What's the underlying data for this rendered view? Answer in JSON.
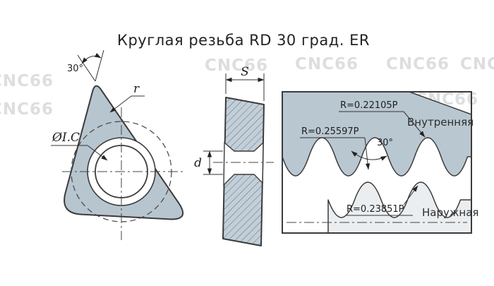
{
  "title": "Круглая резьба RD 30 град. ER",
  "watermark_text": "CNC66",
  "colors": {
    "insert_fill": "#b7c5cf",
    "internal_fill": "#b9c7d1",
    "external_fill": "#ebeef0",
    "outline": "#3b3b3b",
    "watermark": "#d7d9db"
  },
  "insert_view": {
    "angle": "30°",
    "corner_radius_label": "r",
    "inscribed_circle_label": "ØI.C"
  },
  "section_view": {
    "thickness_label": "S",
    "bore_label": "d"
  },
  "profile_view": {
    "crest_radius": "R=0.22105P",
    "flank_radius": "R=0.25597P",
    "angle": "30°",
    "root_radius": "R=0.23851P",
    "internal_label": "Внутренняя",
    "external_label": "Наружная"
  }
}
